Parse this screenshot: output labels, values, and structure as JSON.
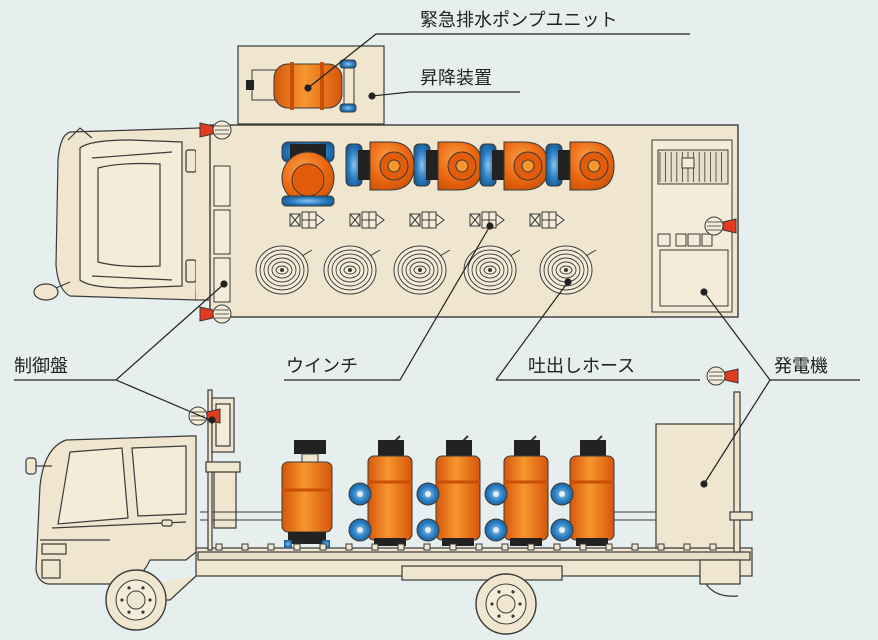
{
  "labels": {
    "pump_unit": "緊急排水ポンプユニット",
    "lift": "昇降装置",
    "control_panel": "制御盤",
    "winch": "ウインチ",
    "hose": "吐出しホース",
    "generator": "発電機"
  },
  "colors": {
    "background": "#e6eeee",
    "vehicle_body": "#f0e6cf",
    "outline": "#3a3a3a",
    "pump_orange": "#ee6a12",
    "pump_orange_light": "#f7962f",
    "wheel_blue": "#2a7fc4",
    "leader_line": "#222222"
  },
  "icons": [
    "pump-icon",
    "winch-icon",
    "hose-reel-icon",
    "generator-icon",
    "floodlight-icon",
    "truck-cab-icon",
    "wheel-icon"
  ]
}
